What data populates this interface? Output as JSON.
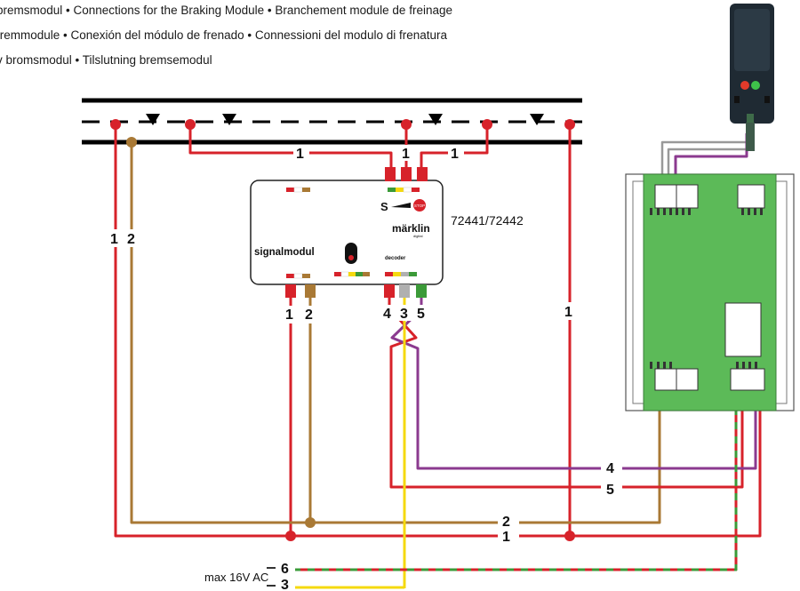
{
  "captions": [
    "bremsmodul • Connections for the Braking Module • Branchement module de freinage",
    "fremmodule • Conexión del módulo de frenado • Connessioni del modulo di frenatura",
    "v bromsmodul • Tilslutning bremsemodul"
  ],
  "module": {
    "label": "signalmodul",
    "decoder_label": "decoder",
    "s_label": "S",
    "stop_label": "STOP",
    "brand": "märklin",
    "brand_sub": "digital",
    "article_number": "72441/72442"
  },
  "wire_labels": {
    "top_left": "1",
    "top_mid": "1",
    "top_right": "1",
    "left_1": "1",
    "left_2": "2",
    "right_1": "1",
    "bottom_1": "1",
    "bottom_2": "2",
    "bottom_4": "4",
    "bottom_5": "5",
    "terminal_1": "1",
    "terminal_2": "2",
    "terminal_4": "4",
    "terminal_3": "3",
    "terminal_5": "5",
    "power_6": "6",
    "power_3": "3"
  },
  "power_label": "max 16V AC",
  "colors": {
    "red": "#d7222a",
    "brown": "#a97935",
    "yellow": "#f5d90f",
    "green": "#3b9a38",
    "purple": "#8b3a8f",
    "gray": "#b0b0b0",
    "board_green": "#5cba58"
  }
}
